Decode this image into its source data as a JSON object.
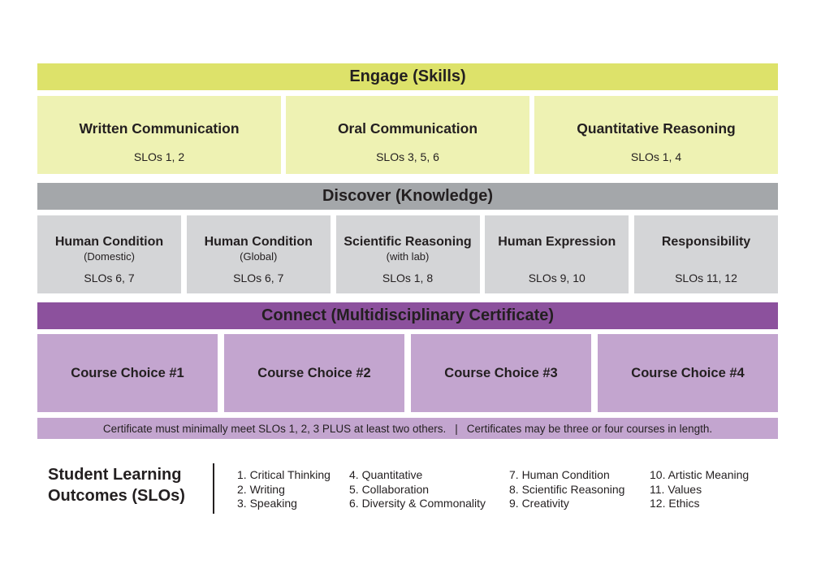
{
  "engage": {
    "header": "Engage (Skills)",
    "boxes": [
      {
        "title": "Written Communication",
        "slos": "SLOs 1, 2"
      },
      {
        "title": "Oral Communication",
        "slos": "SLOs 3, 5, 6"
      },
      {
        "title": "Quantitative Reasoning",
        "slos": "SLOs 1, 4"
      }
    ]
  },
  "discover": {
    "header": "Discover (Knowledge)",
    "boxes": [
      {
        "title": "Human Condition",
        "subtitle": "(Domestic)",
        "slos": "SLOs 6, 7"
      },
      {
        "title": "Human Condition",
        "subtitle": "(Global)",
        "slos": "SLOs 6, 7"
      },
      {
        "title": "Scientific Reasoning",
        "subtitle": "(with lab)",
        "slos": "SLOs 1, 8"
      },
      {
        "title": "Human Expression",
        "subtitle": "",
        "slos": "SLOs 9, 10"
      },
      {
        "title": "Responsibility",
        "subtitle": "",
        "slos": "SLOs 11, 12"
      }
    ]
  },
  "connect": {
    "header": "Connect (Multidisciplinary Certificate)",
    "boxes": [
      {
        "title": "Course Choice #1"
      },
      {
        "title": "Course Choice #2"
      },
      {
        "title": "Course Choice #3"
      },
      {
        "title": "Course Choice #4"
      }
    ],
    "note_left": "Certificate must minimally meet SLOs 1, 2, 3 PLUS at least two others.",
    "note_separator": "|",
    "note_right": "Certificates may be three or four courses in length."
  },
  "slo_legend": {
    "title_line1": "Student Learning",
    "title_line2": "Outcomes (SLOs)",
    "columns": [
      [
        "1. Critical Thinking",
        "2. Writing",
        "3. Speaking"
      ],
      [
        "4. Quantitative",
        "5. Collaboration",
        "6. Diversity & Commonality"
      ],
      [
        "7. Human Condition",
        "8. Scientific Reasoning",
        "9. Creativity"
      ],
      [
        "10. Artistic Meaning",
        "11. Values",
        "12. Ethics"
      ]
    ]
  },
  "colors": {
    "engage_header": "#dde26a",
    "engage_box": "#eef2b3",
    "discover_header": "#a4a7aa",
    "discover_box": "#d4d5d7",
    "connect_header": "#8c519d",
    "connect_box": "#c3a5cf"
  }
}
